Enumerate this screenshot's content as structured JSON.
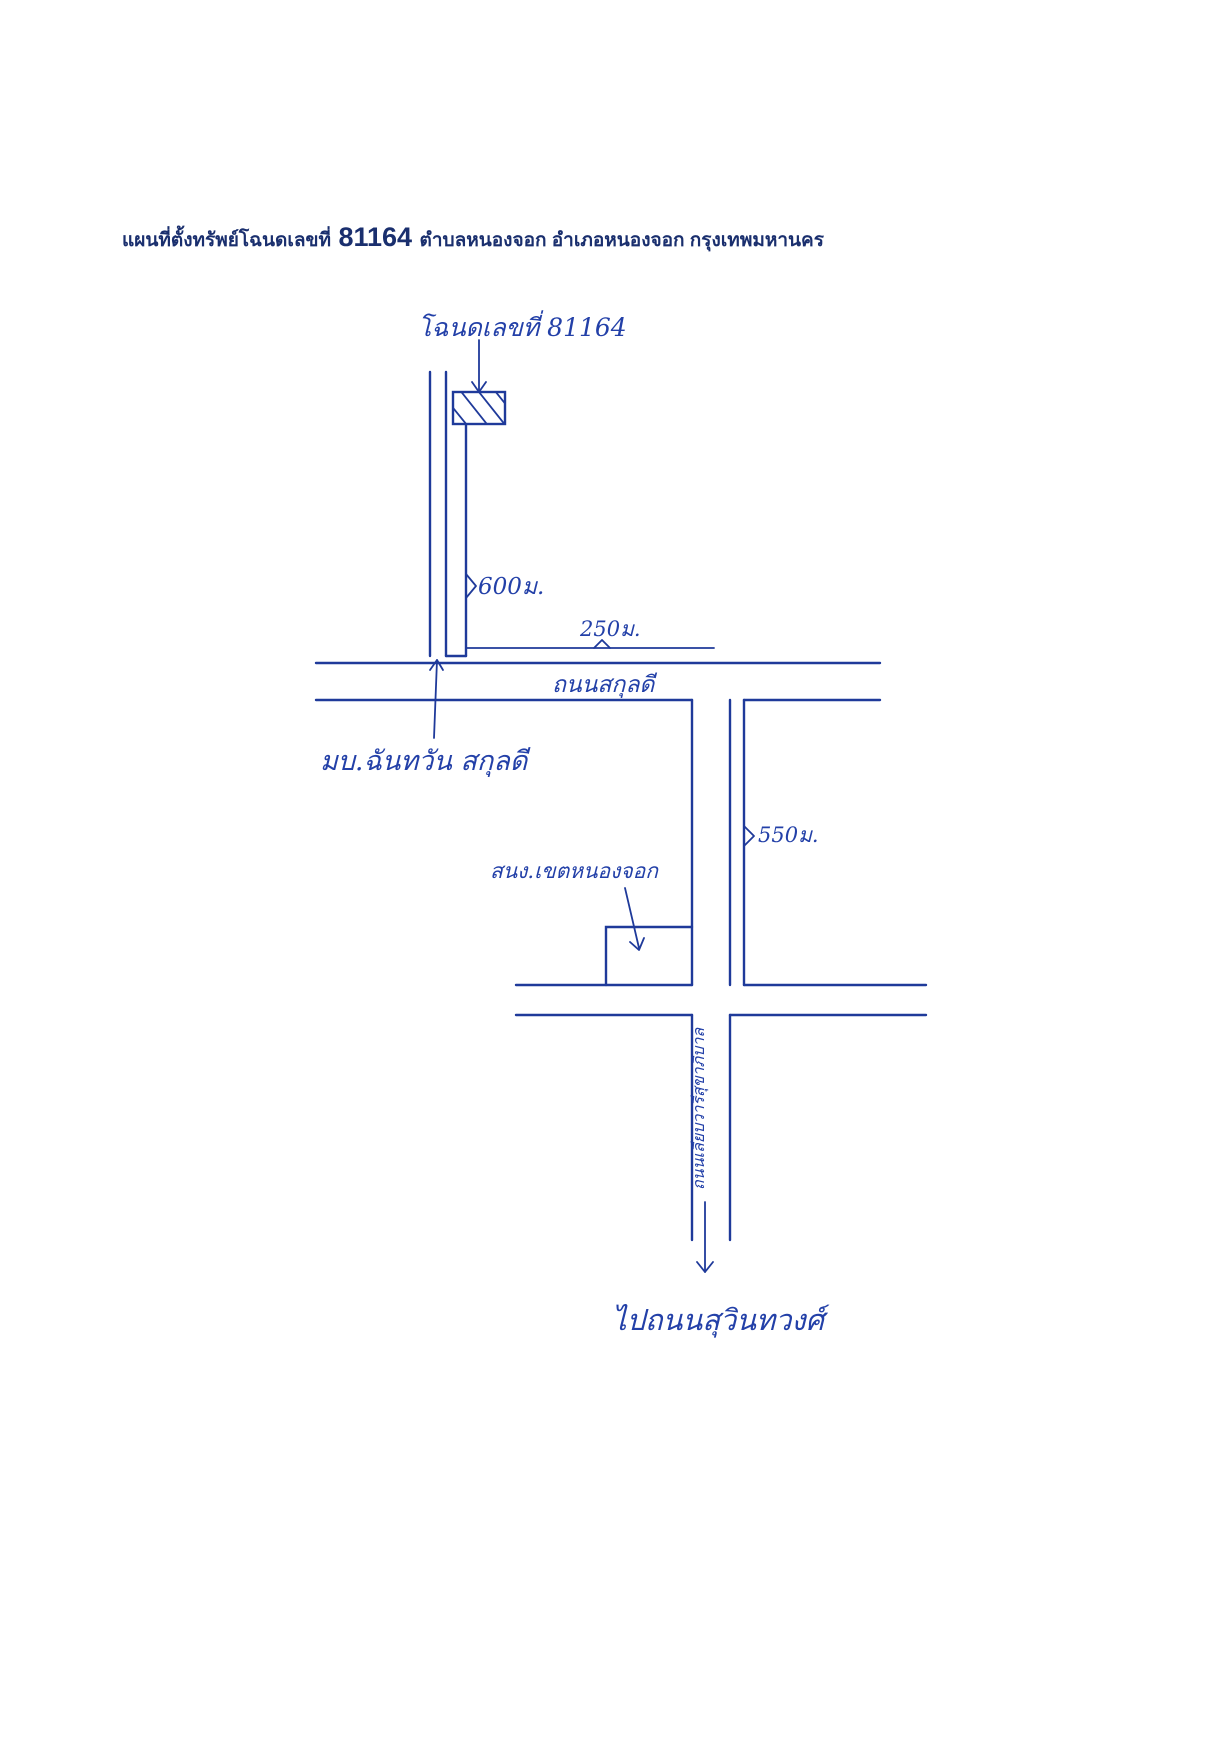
{
  "title": {
    "prefix": "แผนที่ตั้งทรัพย์โฉนดเลขที่",
    "number": "81164",
    "suffix": "ตำบลหนองจอก อำเภอหนองจอก กรุงเทพมหานคร"
  },
  "labels": {
    "plot": "โฉนดเลขที่ 81164",
    "dist_600": "600ม.",
    "dist_250": "250ม.",
    "road_sakunwdee": "ถนนสกุลดี",
    "village": "มบ.ฉันทวัน สกุลดี",
    "dist_550": "550ม.",
    "office": "สนง.เขตหนองจอก",
    "road_vertical": "ถนนเลียบวารีสุขาภิบาล",
    "to_suwinthawong": "ไปถนนสุวินทวงศ์"
  },
  "colors": {
    "ink": "#1f3a9a",
    "title": "#1a2f6e"
  }
}
